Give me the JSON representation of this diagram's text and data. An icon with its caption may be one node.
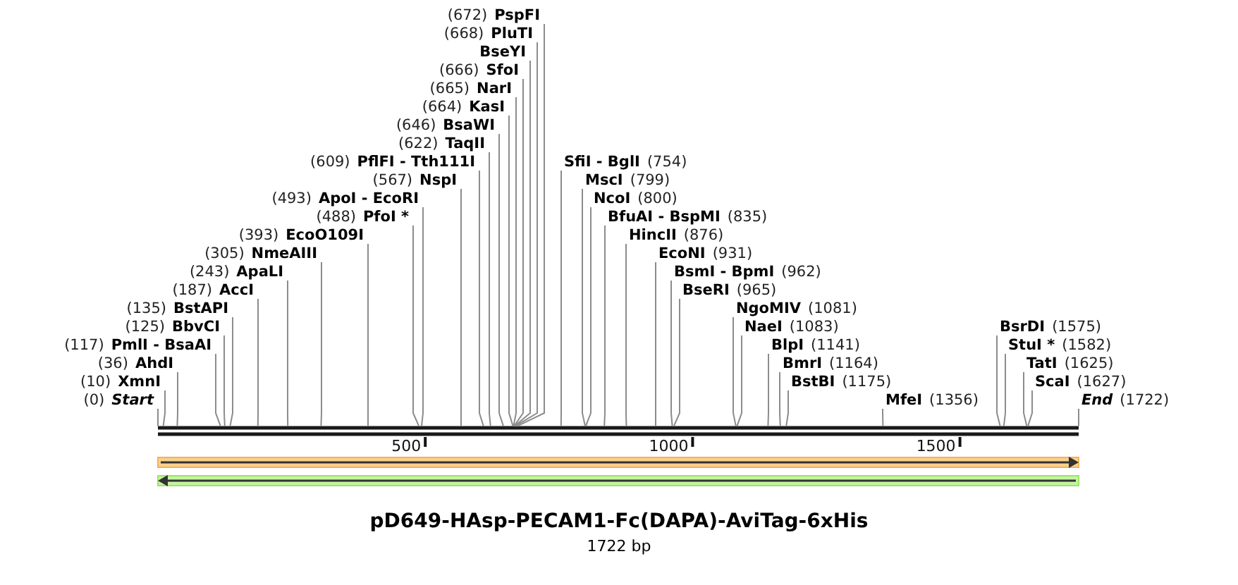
{
  "diagram": {
    "title": "pD649-HAsp-PECAM1-Fc(DAPA)-AviTag-6xHis",
    "caption": "1722 bp",
    "nodes": [
      {
        "text": [
          "(0)",
          "Start"
        ]
      },
      {
        "text": [
          "(10)",
          "XmnI"
        ]
      },
      {
        "text": [
          "(36)",
          "AhdI"
        ]
      },
      {
        "text": [
          "(117)",
          "PmlI - BsaAI"
        ]
      },
      {
        "text": [
          "(125)",
          "BbvCI"
        ]
      },
      {
        "text": [
          "(135)",
          "BstAPI"
        ]
      },
      {
        "text": [
          "(187)",
          "AccI"
        ]
      },
      {
        "text": [
          "(243)",
          "ApaLI"
        ]
      },
      {
        "text": [
          "(305)",
          "NmeAIII"
        ]
      },
      {
        "text": [
          "(393)",
          "EcoO109I"
        ]
      },
      {
        "text": [
          "(488)",
          "PfoI *"
        ]
      },
      {
        "text": [
          "(493)",
          "ApoI - EcoRI"
        ]
      },
      {
        "text": [
          "(567)",
          "NspI"
        ]
      },
      {
        "text": [
          "(609)",
          "PflFI - Tth111I"
        ]
      },
      {
        "text": [
          "(622)",
          "TaqII"
        ]
      },
      {
        "text": [
          "(646)",
          "BsaWI"
        ]
      },
      {
        "text": [
          "(664)",
          "KasI"
        ]
      },
      {
        "text": [
          "(665)",
          "NarI"
        ]
      },
      {
        "text": [
          "(666)",
          "SfoI"
        ]
      },
      {
        "text": [
          "BseYI"
        ]
      },
      {
        "text": [
          "(668)",
          "PluTI"
        ]
      },
      {
        "text": [
          "(672)",
          "PspFI"
        ]
      },
      {
        "text": [
          "SfiI - BglI",
          "(754)"
        ]
      },
      {
        "text": [
          "MscI",
          "(799)"
        ]
      },
      {
        "text": [
          "NcoI",
          "(800)"
        ]
      },
      {
        "text": [
          "BfuAI - BspMI",
          "(835)"
        ]
      },
      {
        "text": [
          "HincII",
          "(876)"
        ]
      },
      {
        "text": [
          "EcoNI",
          "(931)"
        ]
      },
      {
        "text": [
          "BsmI - BpmI",
          "(962)"
        ]
      },
      {
        "text": [
          "BseRI",
          "(965)"
        ]
      },
      {
        "text": [
          "NgoMIV",
          "(1081)"
        ]
      },
      {
        "text": [
          "NaeI",
          "(1083)"
        ]
      },
      {
        "text": [
          "BlpI",
          "(1141)"
        ]
      },
      {
        "text": [
          "BmrI",
          "(1164)"
        ]
      },
      {
        "text": [
          "BstBI",
          "(1175)"
        ]
      },
      {
        "text": [
          "MfeI",
          "(1356)"
        ]
      },
      {
        "text": [
          "BsrDI",
          "(1575)"
        ]
      },
      {
        "text": [
          "StuI *",
          "(1582)"
        ]
      },
      {
        "text": [
          "TatI",
          "(1625)"
        ]
      },
      {
        "text": [
          "ScaI",
          "(1627)"
        ]
      },
      {
        "text": [
          "End",
          "(1722)"
        ]
      },
      {
        "text": [],
        "shape": "bar"
      }
    ],
    "edges": [
      {
        "from": 0,
        "to": 41,
        "arrow": "none"
      },
      {
        "from": 1,
        "to": 41,
        "arrow": "none"
      },
      {
        "from": 2,
        "to": 41,
        "arrow": "none"
      },
      {
        "from": 3,
        "to": 41,
        "arrow": "none"
      },
      {
        "from": 4,
        "to": 41,
        "arrow": "none"
      },
      {
        "from": 5,
        "to": 41,
        "arrow": "none"
      },
      {
        "from": 6,
        "to": 41,
        "arrow": "none"
      },
      {
        "from": 7,
        "to": 41,
        "arrow": "none"
      },
      {
        "from": 8,
        "to": 41,
        "arrow": "none"
      },
      {
        "from": 9,
        "to": 41,
        "arrow": "none"
      },
      {
        "from": 10,
        "to": 41,
        "arrow": "none"
      },
      {
        "from": 11,
        "to": 41,
        "arrow": "none"
      },
      {
        "from": 12,
        "to": 41,
        "arrow": "none"
      },
      {
        "from": 13,
        "to": 41,
        "arrow": "none"
      },
      {
        "from": 14,
        "to": 41,
        "arrow": "none"
      },
      {
        "from": 15,
        "to": 41,
        "arrow": "none"
      },
      {
        "from": 16,
        "to": 41,
        "arrow": "none"
      },
      {
        "from": 17,
        "to": 41,
        "arrow": "none"
      },
      {
        "from": 18,
        "to": 41,
        "arrow": "none"
      },
      {
        "from": 19,
        "to": 41,
        "arrow": "none"
      },
      {
        "from": 20,
        "to": 41,
        "arrow": "none"
      },
      {
        "from": 21,
        "to": 41,
        "arrow": "none"
      },
      {
        "from": 22,
        "to": 41,
        "arrow": "none"
      },
      {
        "from": 23,
        "to": 41,
        "arrow": "none"
      },
      {
        "from": 24,
        "to": 41,
        "arrow": "none"
      },
      {
        "from": 25,
        "to": 41,
        "arrow": "none"
      },
      {
        "from": 26,
        "to": 41,
        "arrow": "none"
      },
      {
        "from": 27,
        "to": 41,
        "arrow": "none"
      },
      {
        "from": 28,
        "to": 41,
        "arrow": "none"
      },
      {
        "from": 29,
        "to": 41,
        "arrow": "none"
      },
      {
        "from": 30,
        "to": 41,
        "arrow": "none"
      },
      {
        "from": 31,
        "to": 41,
        "arrow": "none"
      },
      {
        "from": 32,
        "to": 41,
        "arrow": "none"
      },
      {
        "from": 33,
        "to": 41,
        "arrow": "none"
      },
      {
        "from": 34,
        "to": 41,
        "arrow": "none"
      },
      {
        "from": 35,
        "to": 41,
        "arrow": "none"
      },
      {
        "from": 36,
        "to": 41,
        "arrow": "none"
      },
      {
        "from": 37,
        "to": 41,
        "arrow": "none"
      },
      {
        "from": 38,
        "to": 41,
        "arrow": "none"
      },
      {
        "from": 39,
        "to": 41,
        "arrow": "none"
      },
      {
        "from": 40,
        "to": 41,
        "arrow": "none"
      }
    ],
    "labels": [
      "500",
      "1000",
      "1500"
    ]
  }
}
